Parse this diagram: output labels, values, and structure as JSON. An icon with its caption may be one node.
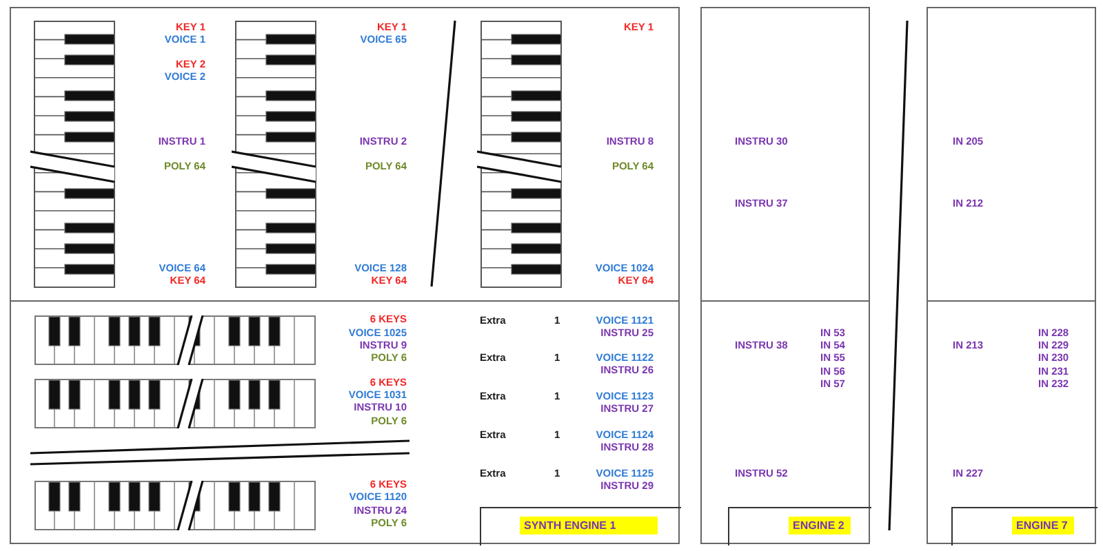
{
  "diagram": {
    "nodes": [
      {
        "text": [],
        "shape": "box"
      },
      {
        "text": [
          "SYNTH ENGINE 1"
        ],
        "in": 0
      },
      {
        "text": [],
        "shape": "box"
      },
      {
        "text": [
          "ENGINE 2"
        ],
        "in": 2
      },
      {
        "text": [],
        "shape": "box"
      },
      {
        "text": [
          "ENGINE 7"
        ],
        "in": 4
      }
    ],
    "labels": [
      "KEY 1",
      "VOICE 1",
      "KEY 2",
      "VOICE 2",
      "INSTRU 1",
      "POLY 64",
      "VOICE 64",
      "KEY 64",
      "KEY 1",
      "VOICE 65",
      "INSTRU 2",
      "POLY 64",
      "VOICE 128",
      "KEY 64",
      "KEY 1",
      "INSTRU 8",
      "POLY 64",
      "VOICE 1024",
      "KEY 64",
      "6 KEYS",
      "VOICE 1025",
      "INSTRU 9",
      "POLY 6",
      "6 KEYS",
      "VOICE 1031",
      "INSTRU 10",
      "POLY 6",
      "6 KEYS",
      "VOICE 1120",
      "INSTRU 24",
      "POLY 6",
      "Extra",
      "1",
      "VOICE 1121",
      "INSTRU 25",
      "Extra",
      "1",
      "VOICE 1122",
      "INSTRU 26",
      "Extra",
      "1",
      "VOICE 1123",
      "INSTRU 27",
      "Extra",
      "1",
      "VOICE 1124",
      "INSTRU 28",
      "Extra",
      "1",
      "VOICE 1125",
      "INSTRU 29",
      "INSTRU 30",
      "INSTRU 37",
      "INSTRU 38",
      "IN 53",
      "IN 54",
      "IN 55",
      "IN 56",
      "IN 57",
      "INSTRU 52",
      "IN 205",
      "IN 212",
      "IN 213",
      "IN 228",
      "IN 229",
      "IN 230",
      "IN 231",
      "IN 232",
      "IN 227"
    ]
  }
}
